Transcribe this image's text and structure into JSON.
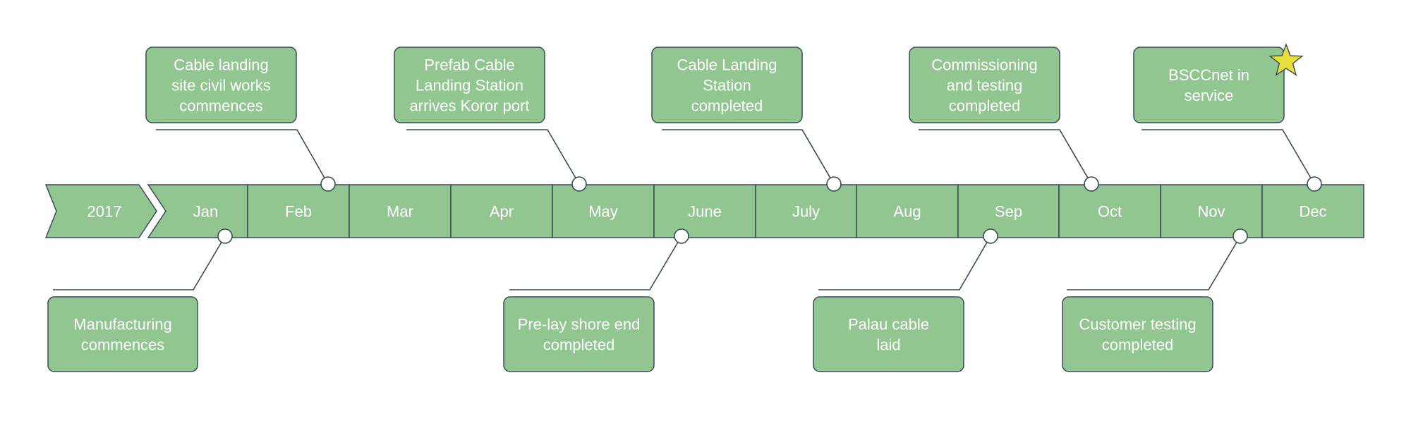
{
  "timeline": {
    "year_label": "2017",
    "months": [
      "Jan",
      "Feb",
      "Mar",
      "Apr",
      "May",
      "June",
      "July",
      "Aug",
      "Sep",
      "Oct",
      "Nov",
      "Dec"
    ]
  },
  "milestones": [
    {
      "id": "manufacturing",
      "lines": [
        "Manufacturing",
        "commences"
      ],
      "position": "below",
      "month": "Jan"
    },
    {
      "id": "civil-works",
      "lines": [
        "Cable landing",
        "site civil works",
        "commences"
      ],
      "position": "above",
      "month": "Feb"
    },
    {
      "id": "prefab-station",
      "lines": [
        "Prefab Cable",
        "Landing Station",
        "arrives Koror port"
      ],
      "position": "above",
      "month": "May"
    },
    {
      "id": "pre-lay-shore",
      "lines": [
        "Pre-lay shore end",
        "completed"
      ],
      "position": "below",
      "month": "June"
    },
    {
      "id": "station-completed",
      "lines": [
        "Cable Landing",
        "Station",
        "completed"
      ],
      "position": "above",
      "month": "July"
    },
    {
      "id": "palau-cable",
      "lines": [
        "Palau cable",
        "laid"
      ],
      "position": "below",
      "month": "Sep"
    },
    {
      "id": "commissioning",
      "lines": [
        "Commissioning",
        "and testing",
        "completed"
      ],
      "position": "above",
      "month": "Oct"
    },
    {
      "id": "customer-testing",
      "lines": [
        "Customer testing",
        "completed"
      ],
      "position": "below",
      "month": "Nov"
    },
    {
      "id": "in-service",
      "lines": [
        "BSCCnet in",
        "service"
      ],
      "position": "above",
      "month": "Dec",
      "star": true
    }
  ],
  "colors": {
    "fill": "#92c690",
    "stroke": "#3a4a5a",
    "text": "#ffffff",
    "star": "#e8e03a"
  }
}
